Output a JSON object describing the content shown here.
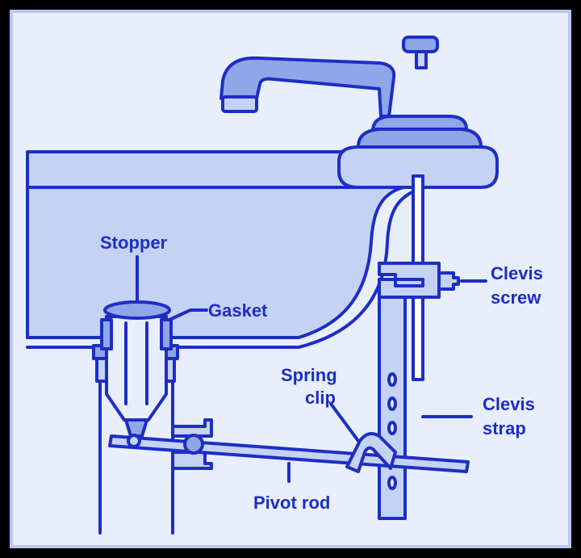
{
  "colors": {
    "frame": "#000000",
    "background": "#e8eefc",
    "fixture_light": "#c4d2f4",
    "fixture_mid": "#8fa6e8",
    "outline": "#1d2ec4"
  },
  "labels": {
    "stopper": "Stopper",
    "gasket": "Gasket",
    "clevis_screw_line1": "Clevis",
    "clevis_screw_line2": "screw",
    "spring_clip_line1": "Spring",
    "spring_clip_line2": "clip",
    "clevis_strap_line1": "Clevis",
    "clevis_strap_line2": "strap",
    "pivot_rod": "Pivot rod"
  }
}
